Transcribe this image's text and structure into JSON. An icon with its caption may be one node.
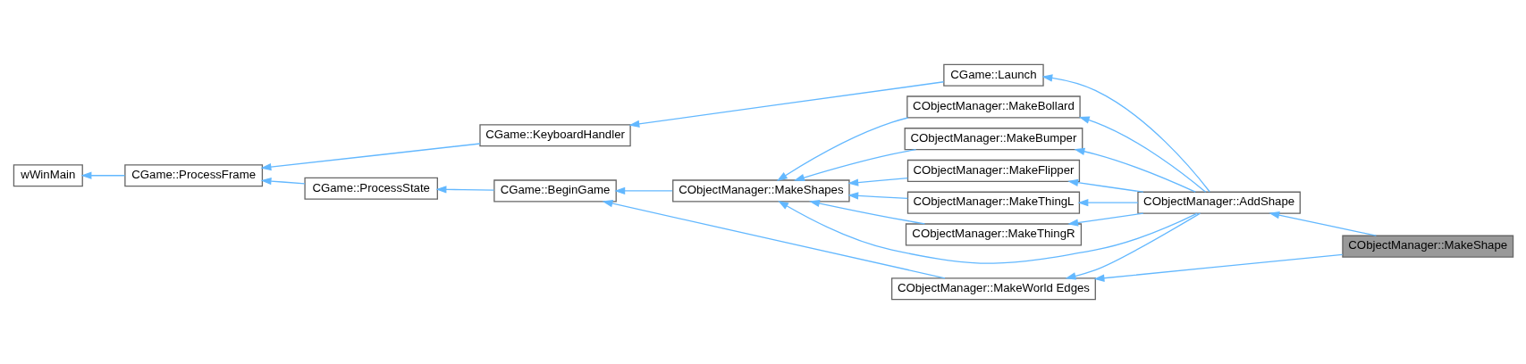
{
  "diagram": {
    "nodes": [
      {
        "text": [
          "wWinMain"
        ]
      },
      {
        "text": [
          "CGame::ProcessFrame"
        ]
      },
      {
        "text": [
          "CGame::KeyboardHandler"
        ]
      },
      {
        "text": [
          "CGame::ProcessState"
        ]
      },
      {
        "text": [
          "CGame::BeginGame"
        ]
      },
      {
        "text": [
          "CObjectManager::MakeShapes"
        ]
      },
      {
        "text": [
          "CGame::Launch"
        ]
      },
      {
        "text": [
          "CObjectManager::MakeBollard"
        ]
      },
      {
        "text": [
          "CObjectManager::MakeBumper"
        ]
      },
      {
        "text": [
          "CObjectManager::MakeFlipper"
        ]
      },
      {
        "text": [
          "CObjectManager::MakeThingL"
        ]
      },
      {
        "text": [
          "CObjectManager::MakeThingR"
        ]
      },
      {
        "text": [
          "CObjectManager::MakeWorld Edges"
        ]
      },
      {
        "text": [
          "CObjectManager::AddShape"
        ]
      },
      {
        "text": [
          "CObjectManager::MakeShape"
        ]
      }
    ],
    "edges": [
      {
        "from": 14,
        "to": 13,
        "arrow": "to"
      },
      {
        "from": 14,
        "to": 12,
        "arrow": "to"
      },
      {
        "from": 13,
        "to": 6,
        "arrow": "to"
      },
      {
        "from": 13,
        "to": 7,
        "arrow": "to"
      },
      {
        "from": 13,
        "to": 5,
        "arrow": "to"
      },
      {
        "from": 13,
        "to": 8,
        "arrow": "to"
      },
      {
        "from": 13,
        "to": 9,
        "arrow": "to"
      },
      {
        "from": 13,
        "to": 10,
        "arrow": "to"
      },
      {
        "from": 13,
        "to": 11,
        "arrow": "to"
      },
      {
        "from": 13,
        "to": 12,
        "arrow": "to"
      },
      {
        "from": 6,
        "to": 2,
        "arrow": "to"
      },
      {
        "from": 2,
        "to": 1,
        "arrow": "to"
      },
      {
        "from": 7,
        "to": 5,
        "arrow": "to"
      },
      {
        "from": 8,
        "to": 5,
        "arrow": "to"
      },
      {
        "from": 9,
        "to": 5,
        "arrow": "to"
      },
      {
        "from": 10,
        "to": 5,
        "arrow": "to"
      },
      {
        "from": 11,
        "to": 5,
        "arrow": "to"
      },
      {
        "from": 12,
        "to": 4,
        "arrow": "to"
      },
      {
        "from": 5,
        "to": 4,
        "arrow": "to"
      },
      {
        "from": 4,
        "to": 3,
        "arrow": "to"
      },
      {
        "from": 3,
        "to": 1,
        "arrow": "to"
      },
      {
        "from": 1,
        "to": 0,
        "arrow": "to"
      }
    ]
  }
}
